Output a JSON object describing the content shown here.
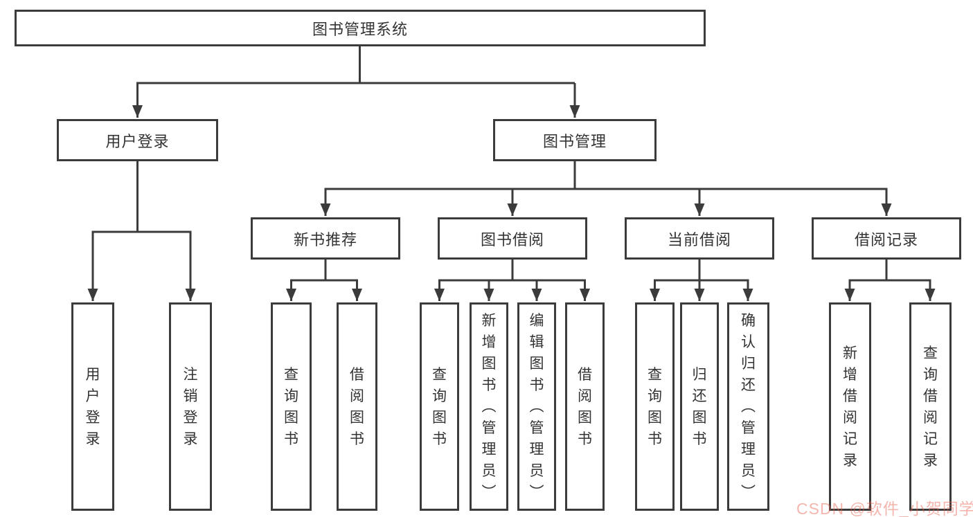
{
  "root": {
    "label": "图书管理系统"
  },
  "level2": {
    "user_login": {
      "label": "用户登录"
    },
    "book_management": {
      "label": "图书管理"
    }
  },
  "level3": {
    "new_books": {
      "label": "新书推荐"
    },
    "book_borrow": {
      "label": "图书借阅"
    },
    "current_borrow": {
      "label": "当前借阅"
    },
    "borrow_records": {
      "label": "借阅记录"
    }
  },
  "leaves": {
    "user_login": [
      "用户登录",
      "注销登录"
    ],
    "new_books": [
      "查询图书",
      "借阅图书"
    ],
    "book_borrow": [
      "查询图书",
      "新增图书（管理员）",
      "编辑图书（管理员）",
      "借阅图书"
    ],
    "current_borrow": [
      "查询图书",
      "归还图书",
      "确认归还（管理员）"
    ],
    "borrow_records": [
      "新增借阅记录",
      "查询借阅记录"
    ]
  },
  "watermark": {
    "text": "CSDN @软件_小贺同学",
    "color": "rgba(230,90,70,0.45)"
  },
  "colors": {
    "line": "#3b3b3b",
    "text": "#333333",
    "background": "#ffffff"
  }
}
